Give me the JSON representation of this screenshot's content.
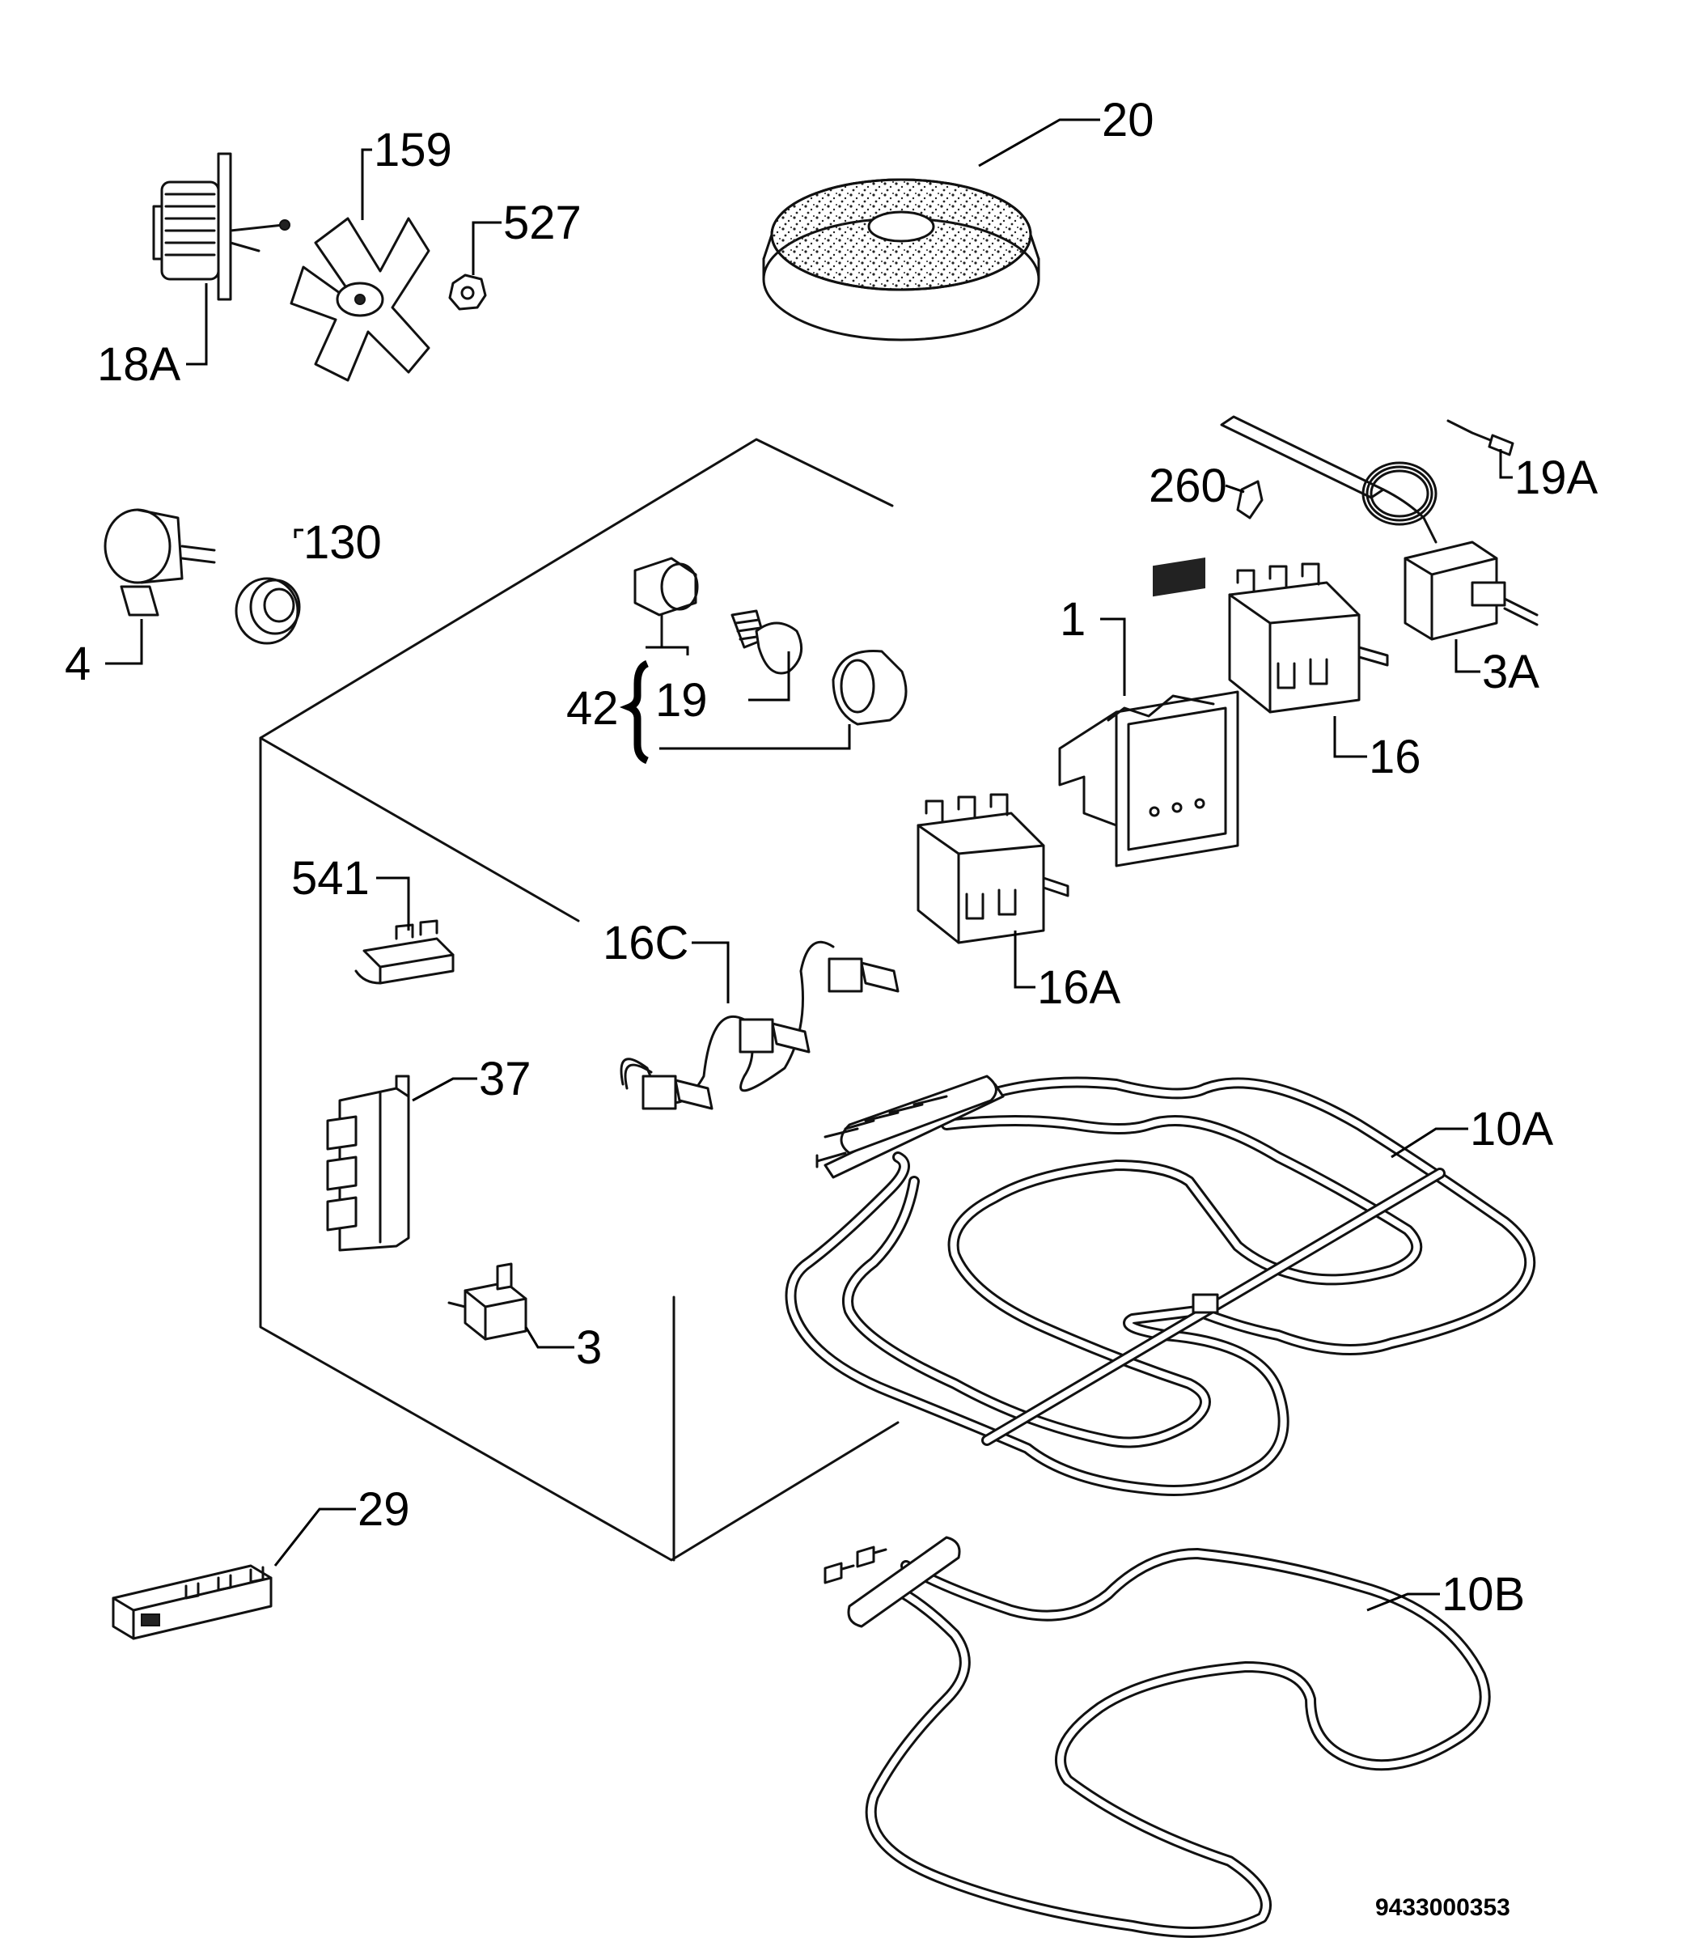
{
  "labels": {
    "l20": "20",
    "l159": "159",
    "l527": "527",
    "l18a": "18A",
    "l19a": "19A",
    "l260": "260",
    "l130": "130",
    "l4": "4",
    "l3a": "3A",
    "l1": "1",
    "l16": "16",
    "l42": "42",
    "l19": "19",
    "l541": "541",
    "l16c": "16C",
    "l16a": "16A",
    "l37": "37",
    "l10a": "10A",
    "l3": "3",
    "l29": "29",
    "l10b": "10B"
  },
  "drawing_code": "9433000353"
}
